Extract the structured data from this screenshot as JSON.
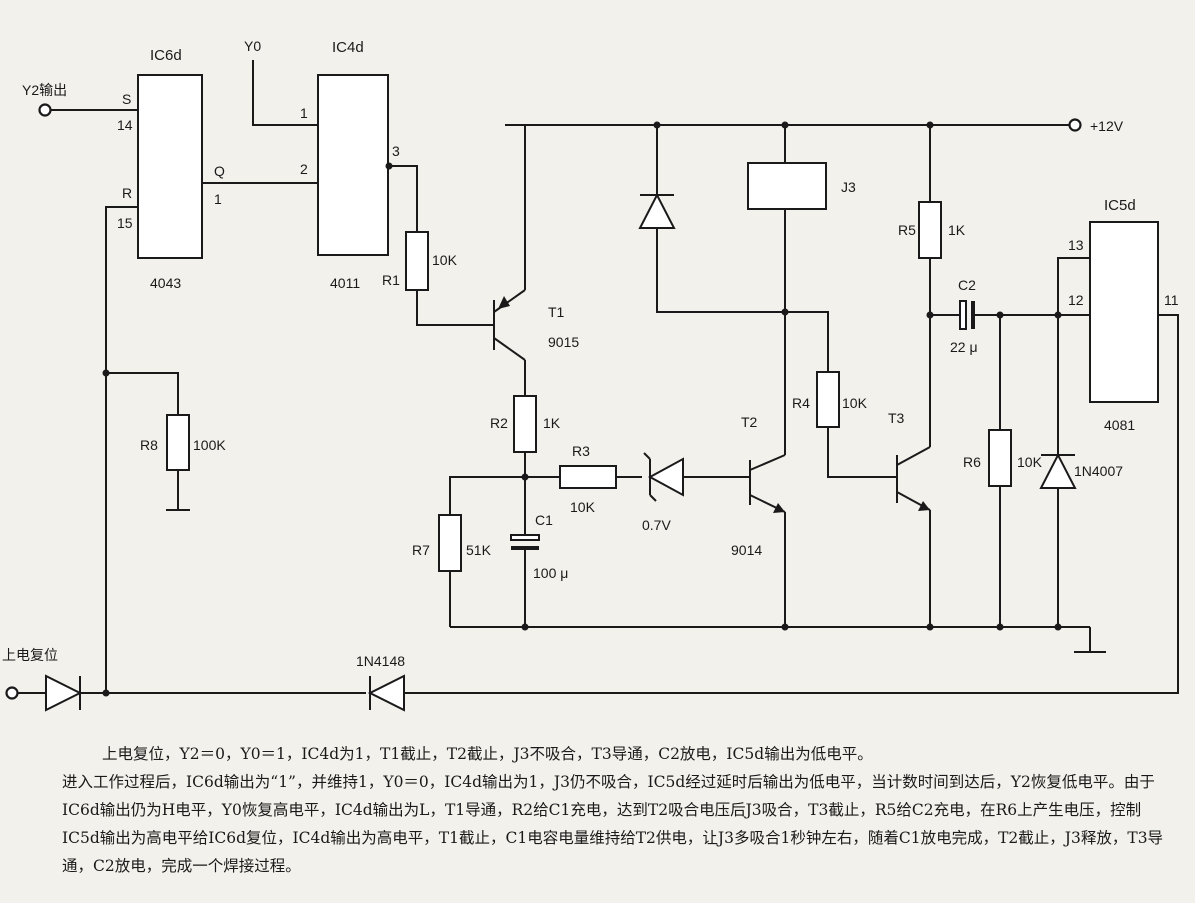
{
  "labels": {
    "y2_out": "Y2输出",
    "y0": "Y0",
    "vcc": "+12V",
    "reset_in": "上电复位",
    "ic6": {
      "name": "IC6d",
      "part": "4043",
      "pin_s": "S",
      "pin_14": "14",
      "pin_r": "R",
      "pin_15": "15",
      "pin_q": "Q",
      "pin_1": "1"
    },
    "ic4": {
      "name": "IC4d",
      "part": "4011",
      "pin_1": "1",
      "pin_2": "2",
      "pin_3": "3"
    },
    "ic5": {
      "name": "IC5d",
      "part": "4081",
      "pin_13": "13",
      "pin_12": "12",
      "pin_11": "11"
    },
    "r1": {
      "name": "R1",
      "value": "10K"
    },
    "r2": {
      "name": "R2",
      "value": "1K"
    },
    "r3": {
      "name": "R3",
      "value": "10K"
    },
    "r4": {
      "name": "R4",
      "value": "10K"
    },
    "r5": {
      "name": "R5",
      "value": "1K"
    },
    "r6": {
      "name": "R6",
      "value": "10K"
    },
    "r7": {
      "name": "R7",
      "value": "51K"
    },
    "r8": {
      "name": "R8",
      "value": "100K"
    },
    "c1": {
      "name": "C1",
      "value": "100 μ"
    },
    "c2": {
      "name": "C2",
      "value": "22 μ"
    },
    "t1": {
      "name": "T1",
      "part": "9015"
    },
    "t2": {
      "name": "T2",
      "part": "9014"
    },
    "t3": {
      "name": "T3"
    },
    "j3": "J3",
    "zener": "0.7V",
    "d_1n4148": "1N4148",
    "d_1n4007": "1N4007"
  },
  "description": {
    "p1": "上电复位，Y2＝0，Y0＝1，IC4d为1，T1截止，T2截止，J3不吸合，T3导通，C2放电，IC5d输出为低电平。",
    "p2": "进入工作过程后，IC6d输出为“1”，并维持1，Y0＝0，IC4d输出为1，J3仍不吸合，IC5d经过延时后输出为低电平，当计数时间到达后，Y2恢复低电平。由于IC6d输出仍为H电平，Y0恢复高电平，IC4d输出为L，T1导通，R2给C1充电，达到T2吸合电压后J3吸合，T3截止，R5给C2充电，在R6上产生电压，控制IC5d输出为高电平给IC6d复位，IC4d输出为高电平，T1截止，C1电容电量维持给T2供电，让J3多吸合1秒钟左右，随着C1放电完成，T2截止，J3释放，T3导通，C2放电，完成一个焊接过程。"
  }
}
